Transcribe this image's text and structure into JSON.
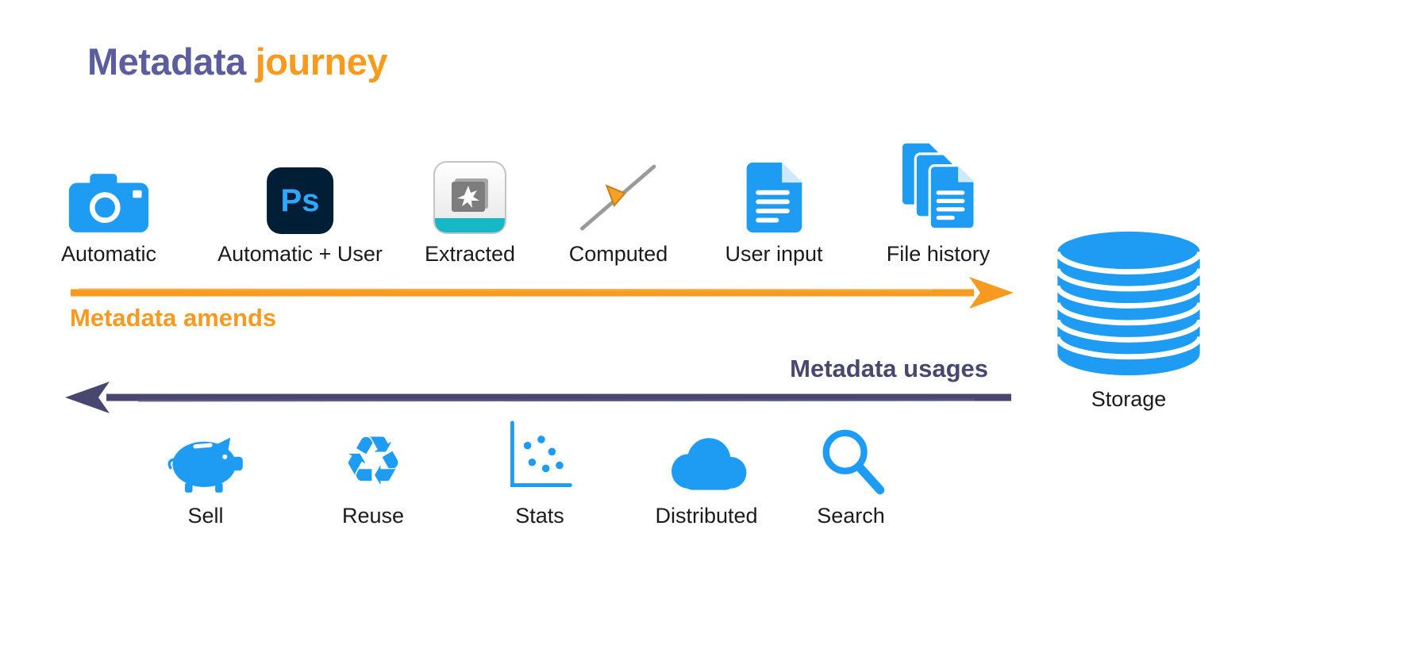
{
  "title": {
    "part1": "Metadata",
    "part2": "journey"
  },
  "colors": {
    "title_purple": "#5C5D9E",
    "title_orange": "#F79A1F",
    "icon_blue": "#1E9CF4",
    "arrow_orange": "#F79A1F",
    "arrow_navy": "#47476F",
    "photoshop_bg": "#001E36",
    "photoshop_text": "#31A8FF",
    "extract_teal": "#14B8C6"
  },
  "amends": {
    "label": "Metadata amends",
    "items": [
      {
        "label": "Automatic",
        "icon": "camera-icon"
      },
      {
        "label": "Automatic + User",
        "icon": "photoshop-icon"
      },
      {
        "label": "Extracted",
        "icon": "image-extract-icon"
      },
      {
        "label": "Computed",
        "icon": "slider-icon"
      },
      {
        "label": "User input",
        "icon": "document-icon"
      },
      {
        "label": "File history",
        "icon": "document-stack-icon"
      }
    ]
  },
  "usages": {
    "label": "Metadata usages",
    "items": [
      {
        "label": "Sell",
        "icon": "piggy-bank-icon"
      },
      {
        "label": "Reuse",
        "icon": "recycle-icon"
      },
      {
        "label": "Stats",
        "icon": "scatter-plot-icon"
      },
      {
        "label": "Distributed",
        "icon": "cloud-icon"
      },
      {
        "label": "Search",
        "icon": "magnifying-glass-icon"
      }
    ]
  },
  "storage": {
    "label": "Storage",
    "icon": "database-icon"
  },
  "glyphs": {
    "photoshop": "Ps",
    "recycle": "♻"
  }
}
